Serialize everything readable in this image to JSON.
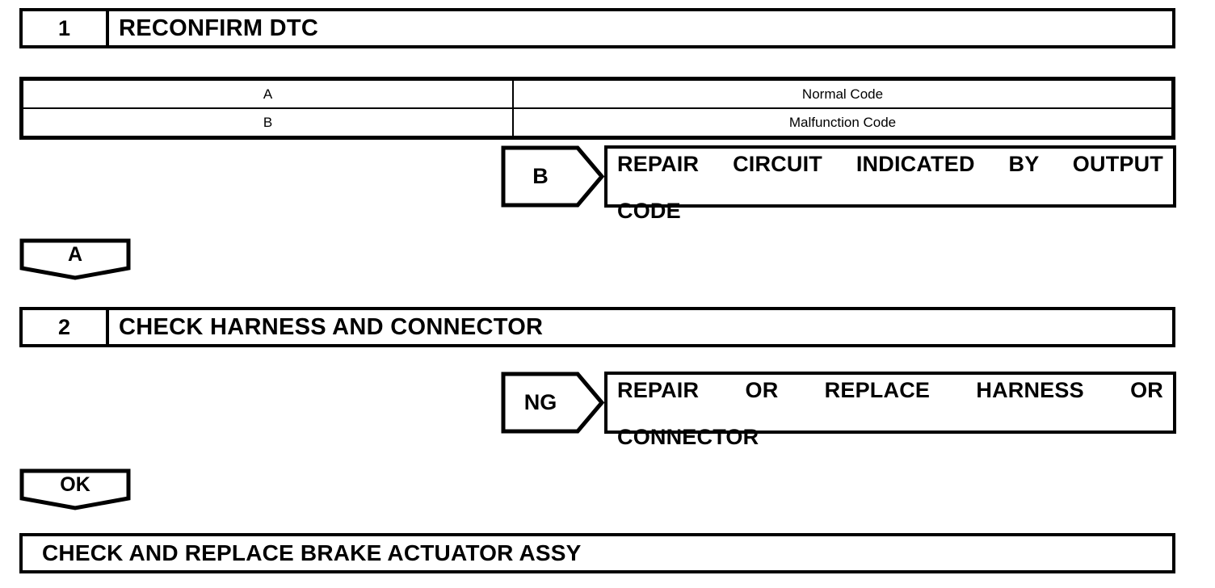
{
  "document": {
    "type": "diagnostic-flowchart"
  },
  "steps": [
    {
      "number": "1",
      "title": "RECONFIRM DTC"
    },
    {
      "number": "2",
      "title": "CHECK HARNESS AND CONNECTOR"
    }
  ],
  "result_table": {
    "rows": [
      {
        "result": "A",
        "code": "Normal Code"
      },
      {
        "result": "B",
        "code": "Malfunction Code"
      }
    ]
  },
  "branches": [
    {
      "label": "B",
      "action_line1": "REPAIR CIRCUIT INDICATED BY OUTPUT",
      "action_line2": "CODE"
    },
    {
      "label": "NG",
      "action_line1": "REPAIR OR REPLACE HARNESS OR",
      "action_line2": "CONNECTOR"
    }
  ],
  "tabs": [
    {
      "label": "A"
    },
    {
      "label": "OK"
    }
  ],
  "final": {
    "title": "CHECK AND REPLACE BRAKE ACTUATOR ASSY"
  },
  "colors": {
    "ink": "#000000",
    "paper": "#ffffff"
  }
}
